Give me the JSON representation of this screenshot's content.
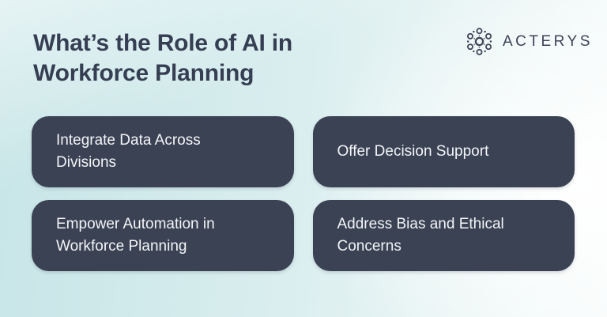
{
  "header": {
    "title_lines": [
      "What’s the Role of AI in",
      "Workforce Planning"
    ]
  },
  "logo": {
    "brand": "ACTERYS",
    "icon": "molecule-network-icon"
  },
  "cards": [
    {
      "label": "Integrate Data Across Divisions"
    },
    {
      "label": "Offer Decision Support"
    },
    {
      "label": "Empower Automation in Workforce Planning"
    },
    {
      "label": "Address Bias and Ethical Concerns"
    }
  ],
  "colors": {
    "card_background": "#3A4254",
    "card_text": "#F3F5F7",
    "title_text": "#353E52",
    "logo_text": "#3C4356",
    "background_teal": "#C7E5E7",
    "background_white": "#FFFFFF"
  }
}
